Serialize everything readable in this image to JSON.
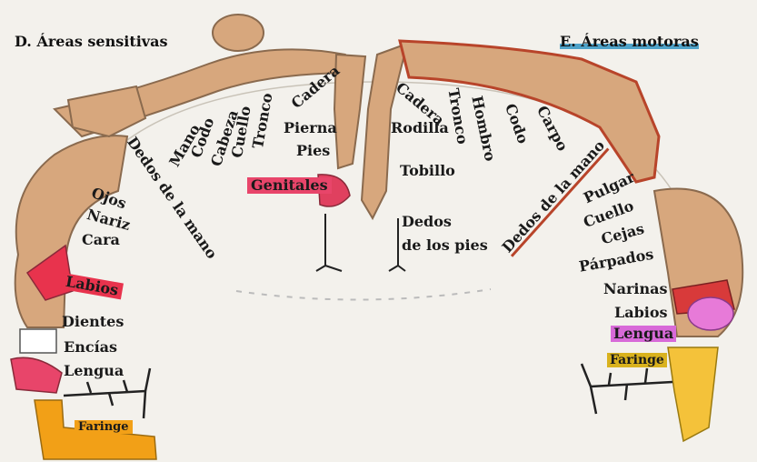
{
  "sensory": {
    "title": "D. Áreas sensitivas",
    "labels": [
      "Cadera",
      "Pierna",
      "Pies",
      "Genitales",
      "Tronco",
      "Cuello",
      "Cabeza",
      "Codo",
      "Mano",
      "Dedos de la mano",
      "Ojos",
      "Nariz",
      "Cara",
      "Labios",
      "Dientes",
      "Encías",
      "Lengua",
      "Faringe"
    ]
  },
  "motor": {
    "title": "E. Áreas motoras",
    "labels": [
      "Cadera",
      "Rodilla",
      "Tobillo",
      "Dedos",
      "de los pies",
      "Tronco",
      "Hombro",
      "Codo",
      "Carpo",
      "Dedos de la mano",
      "Pulgar",
      "Cuello",
      "Cejas",
      "Párpados",
      "Narinas",
      "Labios",
      "Lengua",
      "Faringe"
    ]
  },
  "colors": {
    "skin": "#d7a77d",
    "skin_outline": "#8a6a4e",
    "genitales_highlight": "#e8456a",
    "labios_highlight": "#e8334d",
    "lengua_highlight": "#d86ad8",
    "faringe_yellow": "#d9b21e",
    "faringe_orange": "#f2a017",
    "motor_arm_outline": "#b8442a",
    "title_underline": "#4fa3c9"
  }
}
